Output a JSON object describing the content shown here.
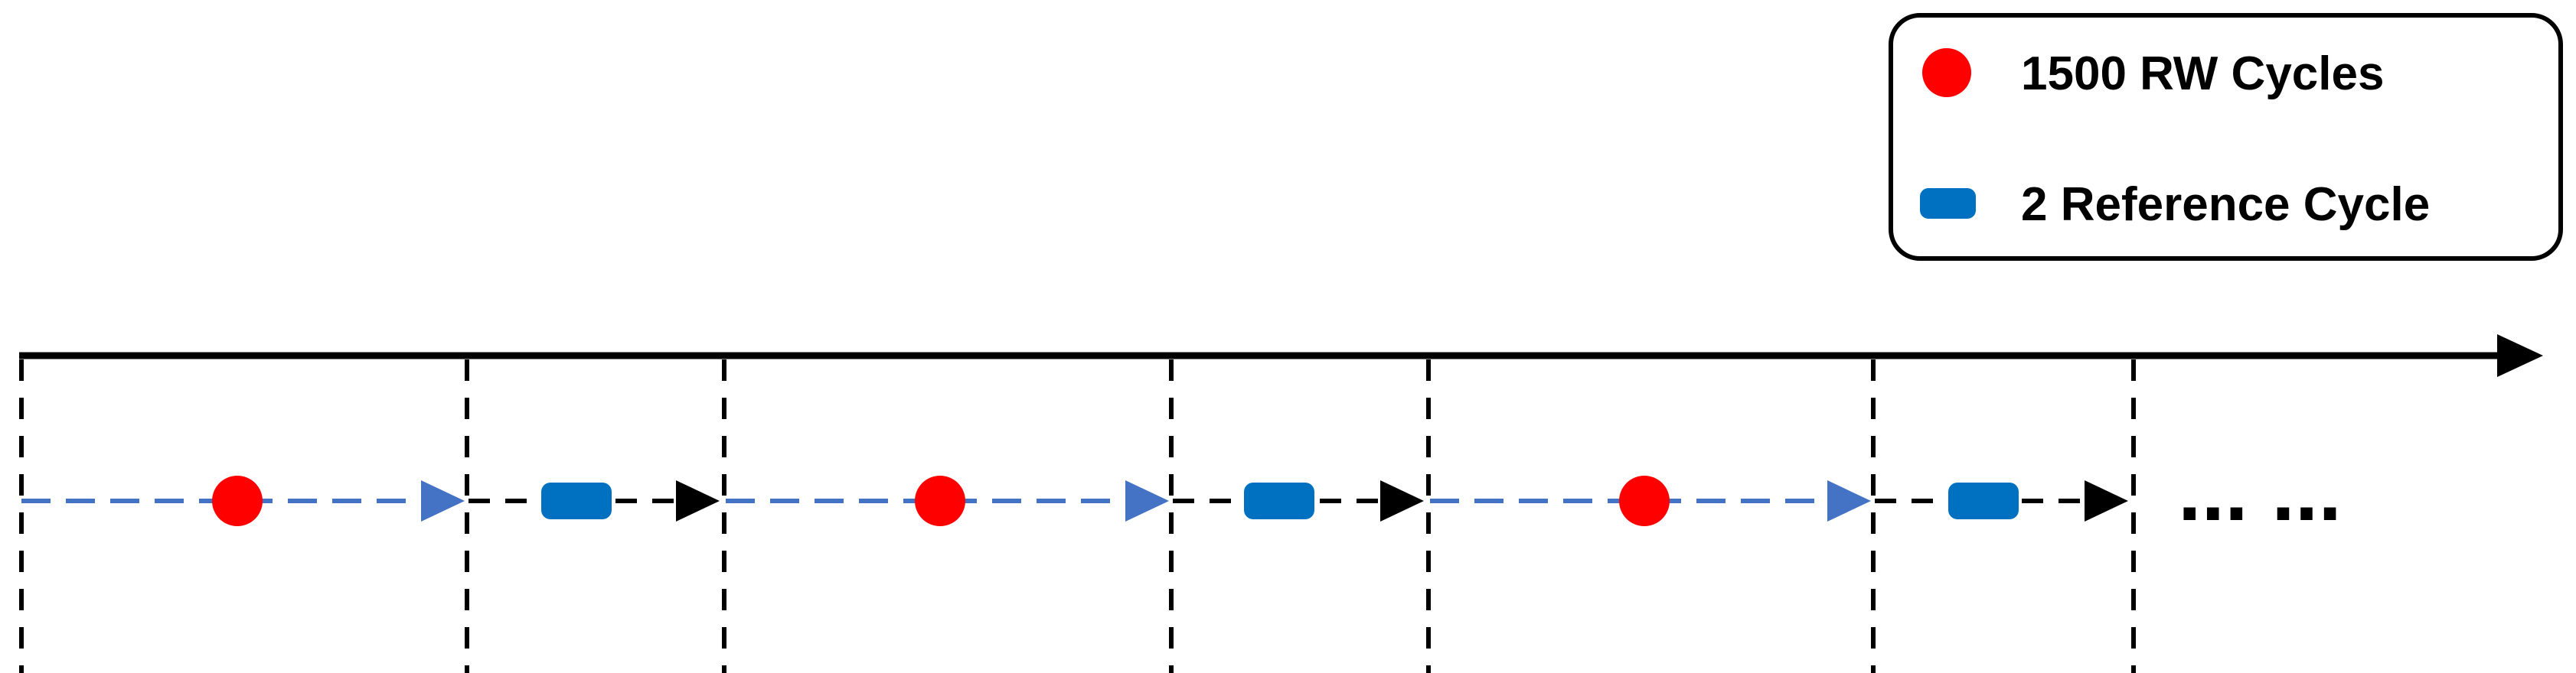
{
  "legend": {
    "items": [
      {
        "label": "1500 RW Cycles",
        "marker": "red-circle"
      },
      {
        "label": "2 Reference Cycle",
        "marker": "blue-rounded-rect"
      }
    ]
  },
  "timeline": {
    "ellipsis": "... ...",
    "sequence": [
      {
        "phase": "rw",
        "marker": "red-circle"
      },
      {
        "phase": "reference",
        "marker": "blue-rounded-rect"
      },
      {
        "phase": "rw",
        "marker": "red-circle"
      },
      {
        "phase": "reference",
        "marker": "blue-rounded-rect"
      },
      {
        "phase": "rw",
        "marker": "red-circle"
      },
      {
        "phase": "reference",
        "marker": "blue-rounded-rect"
      }
    ]
  },
  "colors": {
    "rw_marker": "#ff0000",
    "reference_marker": "#0070c0",
    "rw_dashed_arrow": "#4472c4",
    "reference_dashed_arrow": "#000000",
    "axis": "#000000",
    "legend_border": "#000000"
  }
}
